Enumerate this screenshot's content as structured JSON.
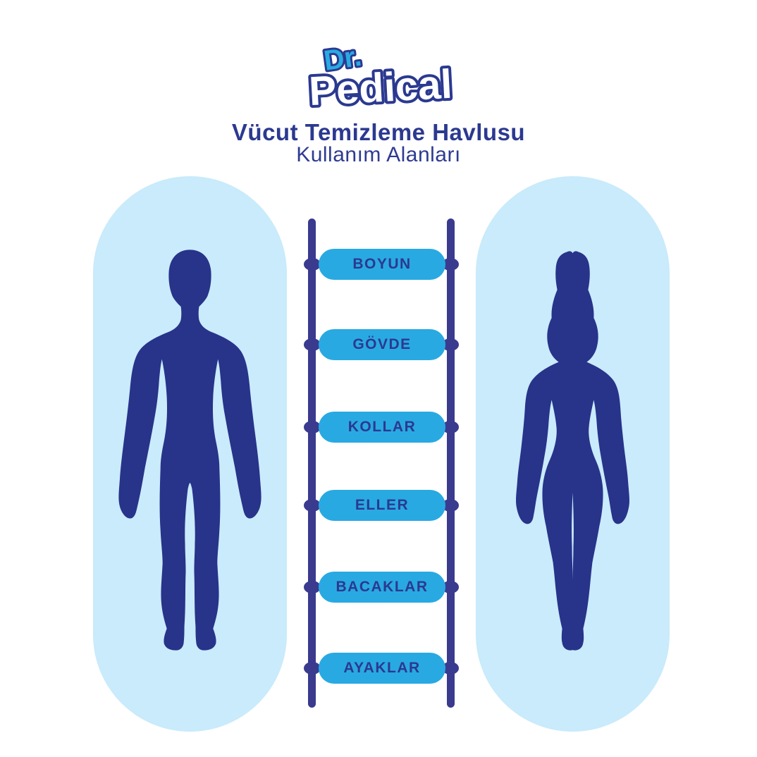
{
  "logo": {
    "prefix": "Dr.",
    "brand": "Pedical"
  },
  "header": {
    "title": "Vücut Temizleme Havlusu",
    "subtitle": "Kullanım Alanları"
  },
  "ladder": {
    "labels": [
      "BOYUN",
      "GÖVDE",
      "KOLLAR",
      "ELLER",
      "BACAKLAR",
      "AYAKLAR"
    ]
  },
  "figures": {
    "left": "male-body-silhouette",
    "right": "female-body-silhouette"
  },
  "colors": {
    "navy_text": "#2B3990",
    "ladder_navy": "#3A3A8F",
    "silhouette_navy": "#28338A",
    "pill_blue": "#29A9E2",
    "capsule_light_blue": "#C9EBFB",
    "logo_cyan": "#29ABE2",
    "logo_outline": "#2B3990",
    "background": "#FFFFFF"
  }
}
